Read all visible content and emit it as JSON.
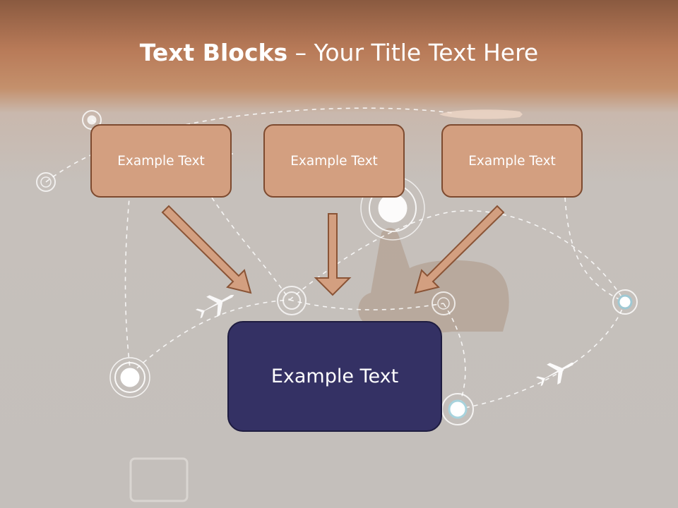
{
  "title": {
    "bold": "Text Blocks",
    "dash": " – ",
    "rest": "Your Title Text Here"
  },
  "blocks": [
    "Example Text",
    "Example Text",
    "Example Text"
  ],
  "main_block": "Example Text",
  "colors": {
    "box_fill": "#d39f80",
    "box_border": "#7d4a2f",
    "main_fill": "#343164",
    "header": "#b87a58"
  }
}
